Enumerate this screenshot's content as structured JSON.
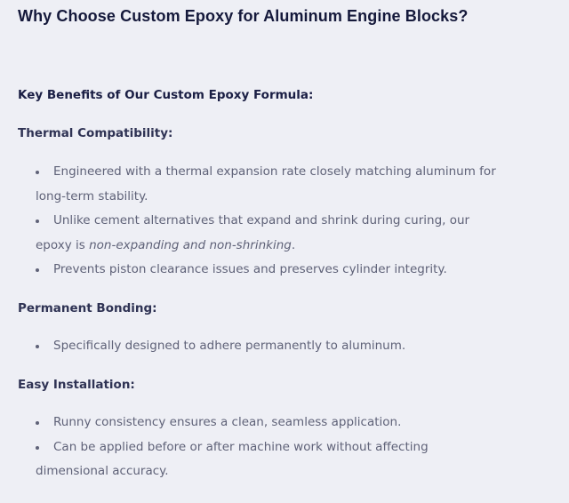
{
  "page": {
    "title": "Why Choose Custom Epoxy for Aluminum Engine Blocks?",
    "benefits_heading": "Key Benefits of Our Custom Epoxy Formula:"
  },
  "sections": {
    "thermal": {
      "heading": "Thermal Compatibility:",
      "items": [
        {
          "text": "Engineered with a thermal expansion rate closely matching aluminum for long-term stability."
        },
        {
          "text_before": "Unlike cement alternatives that expand and shrink during curing, our epoxy is ",
          "emphasis": "non-expanding and non-shrinking",
          "text_after": "."
        },
        {
          "text": "Prevents piston clearance issues and preserves cylinder integrity."
        }
      ]
    },
    "bonding": {
      "heading": "Permanent Bonding:",
      "items": [
        {
          "text": "Specifically designed to adhere permanently to aluminum."
        }
      ]
    },
    "install": {
      "heading": "Easy Installation:",
      "items": [
        {
          "text": "Runny consistency ensures a clean, seamless application."
        },
        {
          "text": "Can be applied before or after machine work without affecting dimensional accuracy."
        }
      ]
    }
  },
  "colors": {
    "background": "#eeeff5",
    "title": "#15193b",
    "body_text": "#5f6278"
  }
}
